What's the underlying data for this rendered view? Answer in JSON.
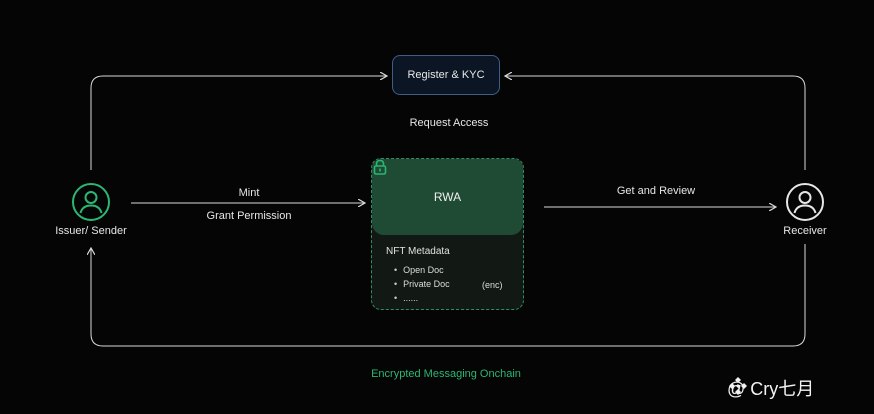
{
  "register": {
    "label": "Register & KYC"
  },
  "request_access": "Request Access",
  "rwa": {
    "label": "RWA",
    "metadata_title": "NFT Metadata",
    "items": [
      "Open Doc",
      "Private Doc",
      "......"
    ],
    "enc_label": "(enc)"
  },
  "issuer": {
    "label": "Issuer/ Sender"
  },
  "receiver": {
    "label": "Receiver"
  },
  "mint": "Mint",
  "grant_permission": "Grant Permission",
  "get_review": "Get and Review",
  "footer": "Encrypted Messaging Onchain",
  "watermark": "@ Cry七月",
  "colors": {
    "accent_green": "#2bb673",
    "kyc_border": "#3f5d86",
    "rwa_fill": "#1f4a33",
    "line": "#d9d9d9"
  }
}
